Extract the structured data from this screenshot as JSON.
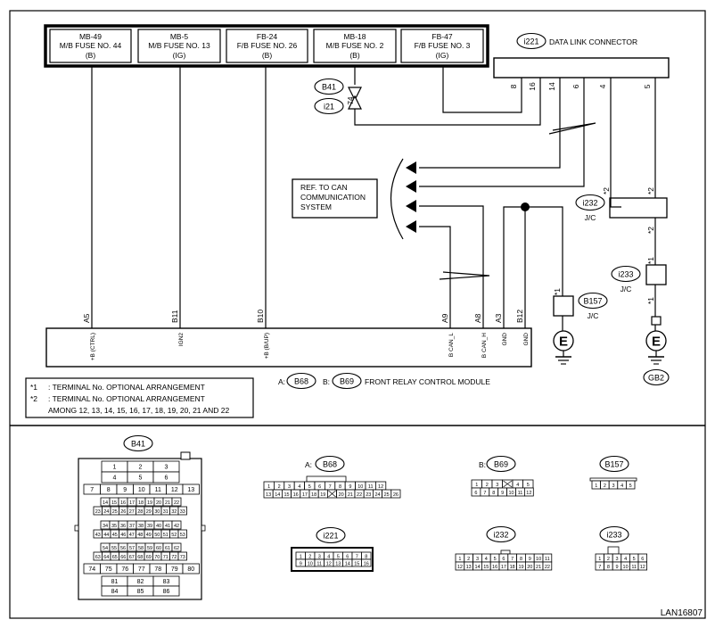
{
  "fuses": [
    {
      "code": "MB-49",
      "name": "M/B FUSE NO. 44",
      "type": "(B)"
    },
    {
      "code": "MB-5",
      "name": "M/B FUSE NO. 13",
      "type": "(IG)"
    },
    {
      "code": "FB-24",
      "name": "F/B FUSE NO. 26",
      "type": "(B)"
    },
    {
      "code": "MB-18",
      "name": "M/B FUSE NO. 2",
      "type": "(B)"
    },
    {
      "code": "FB-47",
      "name": "F/B FUSE NO. 3",
      "type": "(IG)"
    }
  ],
  "data_link": {
    "tag": "i221",
    "title": "DATA LINK CONNECTOR",
    "pins": [
      "8",
      "16",
      "14",
      "6",
      "4",
      "5"
    ]
  },
  "module": {
    "tag_a": "B68",
    "tag_b": "B69",
    "title": "FRONT RELAY CONTROL MODULE",
    "prefix_a": "A:",
    "prefix_b": "B:",
    "pins": [
      {
        "num": "A5",
        "label": "+B (CTRL)"
      },
      {
        "num": "B11",
        "label": "IGN2"
      },
      {
        "num": "B10",
        "label": "+B (B/UP)"
      },
      {
        "num": "A9",
        "label": "B CAN_L"
      },
      {
        "num": "A8",
        "label": "B CAN_H"
      },
      {
        "num": "A3",
        "label": "GND"
      },
      {
        "num": "B12",
        "label": "GND"
      }
    ]
  },
  "connectors_inline": {
    "tag1": "B41",
    "tag2": "i21",
    "pin": "74"
  },
  "can_ref": [
    "REF. TO CAN",
    "COMMUNICATION",
    "SYSTEM"
  ],
  "jc1": {
    "tag": "i232",
    "label": "J/C",
    "mark": "*2"
  },
  "jc2": {
    "tag": "i233",
    "label": "J/C",
    "mark": "*1"
  },
  "ground1": {
    "tag": "B157",
    "label": "J/C",
    "mark": "*1",
    "symbol": "E"
  },
  "ground2": {
    "tag": "GB2",
    "symbol": "E"
  },
  "notes": [
    {
      "mark": "*1",
      "text": ": TERMINAL No. OPTIONAL ARRANGEMENT"
    },
    {
      "mark": "*2",
      "text": ": TERMINAL No. OPTIONAL ARRANGEMENT"
    },
    {
      "mark": "",
      "text": "AMONG 12, 13, 14, 15, 16, 17, 18, 19, 20, 21 AND 22"
    }
  ],
  "conn_b41": {
    "tag": "B41",
    "rows": [
      [
        "1",
        "2",
        "3"
      ],
      [
        "4",
        "5",
        "6"
      ],
      [
        "7",
        "8",
        "9",
        "10",
        "11",
        "12",
        "13"
      ],
      [
        "14",
        "15",
        "16",
        "17",
        "18",
        "19",
        "20",
        "21",
        "22"
      ],
      [
        "23",
        "24",
        "25",
        "26",
        "27",
        "28",
        "29",
        "30",
        "31",
        "32",
        "33"
      ],
      [
        "34",
        "35",
        "36",
        "37",
        "38",
        "39",
        "40",
        "41",
        "42"
      ],
      [
        "43",
        "44",
        "45",
        "46",
        "47",
        "48",
        "49",
        "50",
        "51",
        "52",
        "53"
      ],
      [
        "54",
        "55",
        "56",
        "57",
        "58",
        "59",
        "60",
        "61",
        "62"
      ],
      [
        "63",
        "64",
        "65",
        "66",
        "67",
        "68",
        "69",
        "70",
        "71",
        "72",
        "73"
      ],
      [
        "74",
        "75",
        "76",
        "77",
        "78",
        "79",
        "80"
      ],
      [
        "81",
        "82",
        "83"
      ],
      [
        "84",
        "85",
        "86"
      ]
    ]
  },
  "conn_b68": {
    "tag": "B68",
    "prefix": "A:",
    "rows": [
      [
        "1",
        "2",
        "3",
        "4",
        "5",
        "6",
        "7",
        "8",
        "9",
        "10",
        "11",
        "12"
      ],
      [
        "13",
        "14",
        "15",
        "16",
        "17",
        "18",
        "19",
        "",
        "20",
        "21",
        "22",
        "23",
        "24",
        "25",
        "26"
      ]
    ]
  },
  "conn_b69": {
    "tag": "B69",
    "prefix": "B:",
    "rows": [
      [
        "1",
        "2",
        "3",
        "",
        "4",
        "5"
      ],
      [
        "6",
        "7",
        "8",
        "9",
        "10",
        "11",
        "12"
      ]
    ]
  },
  "conn_b157": {
    "tag": "B157",
    "rows": [
      [
        "1",
        "2",
        "3",
        "4",
        "5"
      ]
    ]
  },
  "conn_i221": {
    "tag": "i221",
    "rows": [
      [
        "1",
        "2",
        "3",
        "4",
        "5",
        "6",
        "7",
        "8"
      ],
      [
        "9",
        "10",
        "11",
        "12",
        "13",
        "14",
        "15",
        "16"
      ]
    ]
  },
  "conn_i232": {
    "tag": "i232",
    "rows": [
      [
        "1",
        "2",
        "3",
        "4",
        "5",
        "6",
        "7",
        "8",
        "9",
        "10",
        "11"
      ],
      [
        "12",
        "13",
        "14",
        "15",
        "16",
        "17",
        "18",
        "19",
        "20",
        "21",
        "22"
      ]
    ]
  },
  "conn_i233": {
    "tag": "i233",
    "rows": [
      [
        "1",
        "2",
        "3",
        "4",
        "5",
        "6"
      ],
      [
        "7",
        "8",
        "9",
        "10",
        "11",
        "12"
      ]
    ]
  },
  "figure_id": "LAN16807"
}
